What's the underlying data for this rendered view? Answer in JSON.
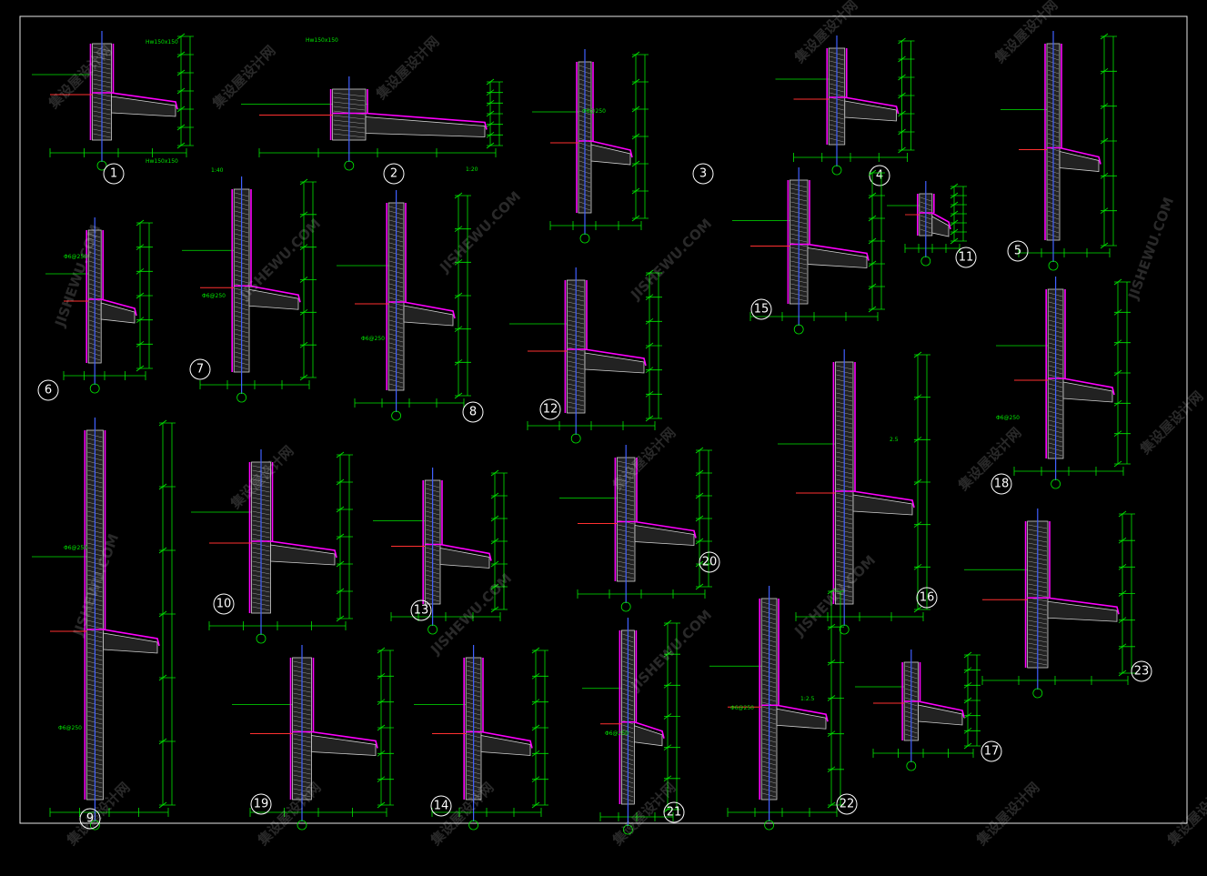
{
  "sheet": {
    "details": [
      {
        "id": "1",
        "label": "1"
      },
      {
        "id": "2",
        "label": "2"
      },
      {
        "id": "3",
        "label": "3"
      },
      {
        "id": "4",
        "label": "4"
      },
      {
        "id": "5",
        "label": "5"
      },
      {
        "id": "6",
        "label": "6"
      },
      {
        "id": "7",
        "label": "7"
      },
      {
        "id": "8",
        "label": "8"
      },
      {
        "id": "9",
        "label": "9"
      },
      {
        "id": "10",
        "label": "10"
      },
      {
        "id": "11",
        "label": "11"
      },
      {
        "id": "12",
        "label": "12"
      },
      {
        "id": "13",
        "label": "13"
      },
      {
        "id": "14",
        "label": "14"
      },
      {
        "id": "15",
        "label": "15"
      },
      {
        "id": "16",
        "label": "16"
      },
      {
        "id": "17",
        "label": "17"
      },
      {
        "id": "18",
        "label": "18"
      },
      {
        "id": "19",
        "label": "19"
      },
      {
        "id": "20",
        "label": "20"
      },
      {
        "id": "21",
        "label": "21"
      },
      {
        "id": "22",
        "label": "22"
      },
      {
        "id": "23",
        "label": "23"
      }
    ],
    "rebar_note": "Φ6@250",
    "steel_note_1": "Hw150x150",
    "steel_note_2": "Hw150x150",
    "steel_note_3": "Hw150x150",
    "scale_note": "1:20",
    "ratio": "1:40",
    "slope": "2.5",
    "dim_note": "1:2.5",
    "watermark_cn": "集设屋设计网",
    "watermark_en": "JISHEWU.COM"
  }
}
